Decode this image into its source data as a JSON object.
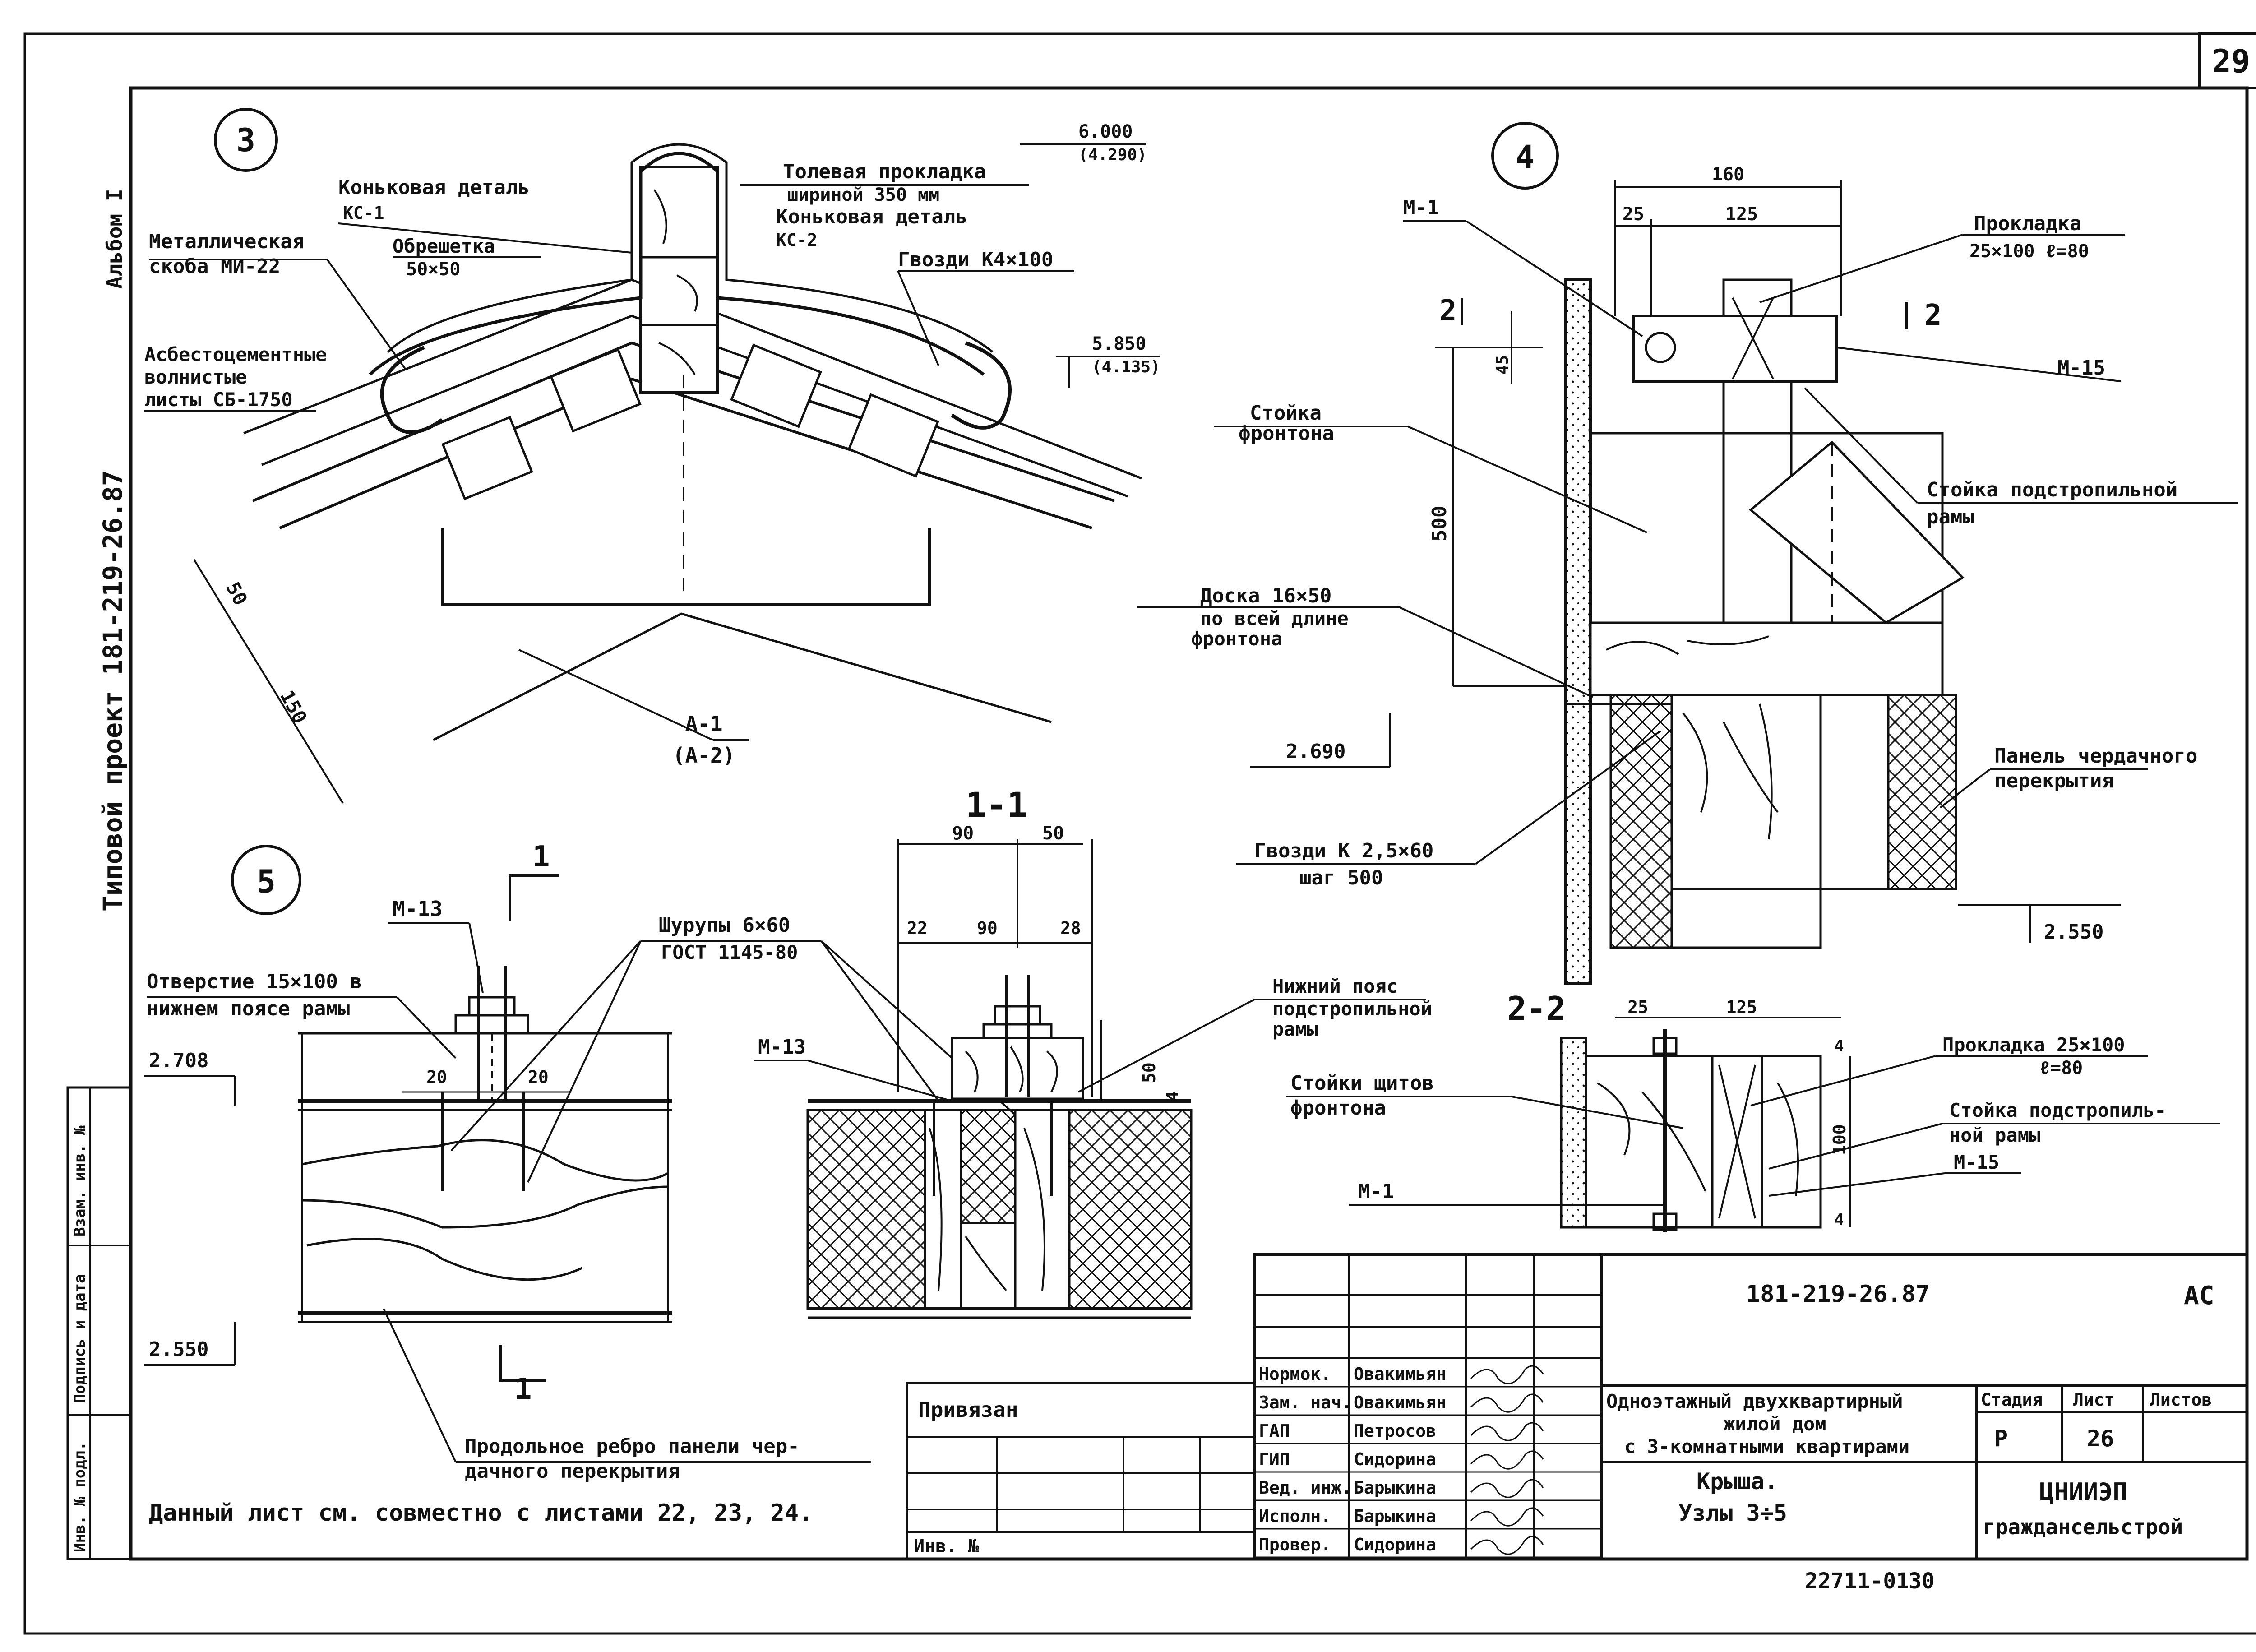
{
  "sheet": {
    "page_number": "29",
    "album": "Альбом I",
    "project": "Типовой проект 181-219-26.87",
    "side_labels": [
      "Взам. инв. №",
      "Подпись и дата",
      "Инв. № подл."
    ]
  },
  "node3": {
    "number": "3",
    "callouts": {
      "ridge_detail_1": "Коньковая деталь",
      "ridge_detail_1_code": "КС-1",
      "ridge_detail_2": "Коньковая деталь",
      "ridge_detail_2_code": "КС-2",
      "tar_gasket": "Толевая прокладка",
      "tar_gasket_width": "шириной 350 мм",
      "metal_bracket": "Металлическая",
      "metal_bracket_code": "скоба МИ-22",
      "lathing": "Обрешетка",
      "lathing_size": "50×50",
      "nails": "Гвозди К4×100",
      "asbestos_1": "Асбестоцементные",
      "asbestos_2": "волнистые",
      "asbestos_3": "листы СБ-1750",
      "frame_1": "А-1",
      "frame_2": "(А-2)"
    },
    "levels": {
      "top": "6.000",
      "top_alt": "(4.290)",
      "mid": "5.850",
      "mid_alt": "(4.135)"
    },
    "dims": {
      "d50": "50",
      "d150": "150"
    }
  },
  "node4": {
    "number": "4",
    "callouts": {
      "m1": "М-1",
      "gasket": "Прокладка",
      "gasket_size": "25×100    ℓ=80",
      "m15": "М-15",
      "gable_post": "Стойка",
      "gable_post_2": "фронтона",
      "rafter_post": "Стойка подстропильной",
      "rafter_post_2": "рамы",
      "board": "Доска 16×50",
      "board_2": "по всей длине",
      "board_3": "фронтона",
      "nails": "Гвозди К 2,5×60",
      "nails_step": "шаг 500",
      "panel": "Панель чердачного",
      "panel_2": "перекрытия"
    },
    "section": "2",
    "dims": {
      "d160": "160",
      "d25": "25",
      "d125": "125",
      "d45": "45",
      "d500": "500"
    },
    "levels": {
      "l2690": "2.690",
      "l2550": "2.550"
    }
  },
  "node22": {
    "title": "2-2",
    "callouts": {
      "gasket": "Прокладка 25×100",
      "gasket_len": "ℓ=80",
      "shield_posts": "Стойки щитов",
      "shield_posts_2": "фронтона",
      "rafter_post": "Стойка подстропиль-",
      "rafter_post_2": "ной рамы",
      "m15": "М-15",
      "m1": "М-1"
    },
    "dims": {
      "d25": "25",
      "d125": "125",
      "d100": "100",
      "d4a": "4",
      "d4b": "4"
    }
  },
  "node5": {
    "number": "5",
    "section_mark": "1",
    "callouts": {
      "m13": "М-13",
      "hole": "Отверстие 15×100 в",
      "hole_2": "нижнем поясе рамы",
      "screws": "Шурупы 6×60",
      "screws_std": "ГОСТ 1145-80",
      "rib": "Продольное ребро панели чер-",
      "rib_2": "дачного перекрытия"
    },
    "dims": {
      "d20a": "20",
      "d20b": "20"
    },
    "levels": {
      "l2708": "2.708",
      "l2550": "2.550"
    }
  },
  "node11": {
    "title": "1-1",
    "callouts": {
      "m13": "М-13",
      "lower_chord": "Нижний пояс",
      "lower_chord_2": "подстропильной",
      "lower_chord_3": "рамы"
    },
    "dims": {
      "d90": "90",
      "d50": "50",
      "d22": "22",
      "d90b": "90",
      "d28": "28",
      "d50v": "50",
      "d4": "4"
    }
  },
  "note": "Данный лист см. совместно с листами 22, 23, 24.",
  "stamp": {
    "privyazan": "Привязан",
    "inv_no": "Инв. №",
    "code": "181-219-26.87",
    "stage_code": "АС",
    "roles": [
      "Нормок.",
      "Зам. нач.",
      "ГАП",
      "ГИП",
      "Вед. инж.",
      "Исполн.",
      "Провер."
    ],
    "names": [
      "Овакимьян",
      "Овакимьян",
      "Петросов",
      "Сидорина",
      "Барыкина",
      "Барыкина",
      "Сидорина"
    ],
    "title_1": "Одноэтажный двухквартирный",
    "title_2": "жилой дом",
    "title_3": "с 3-комнатными квартирами",
    "sheet_title_1": "Крыша.",
    "sheet_title_2": "Узлы 3÷5",
    "h_stage": "Стадия",
    "h_sheet": "Лист",
    "h_sheets": "Листов",
    "stage": "Р",
    "sheet_no": "26",
    "org_1": "ЦНИИЭП",
    "org_2": "граждансельстрой",
    "order": "22711-01",
    "page_bottom": "30"
  }
}
